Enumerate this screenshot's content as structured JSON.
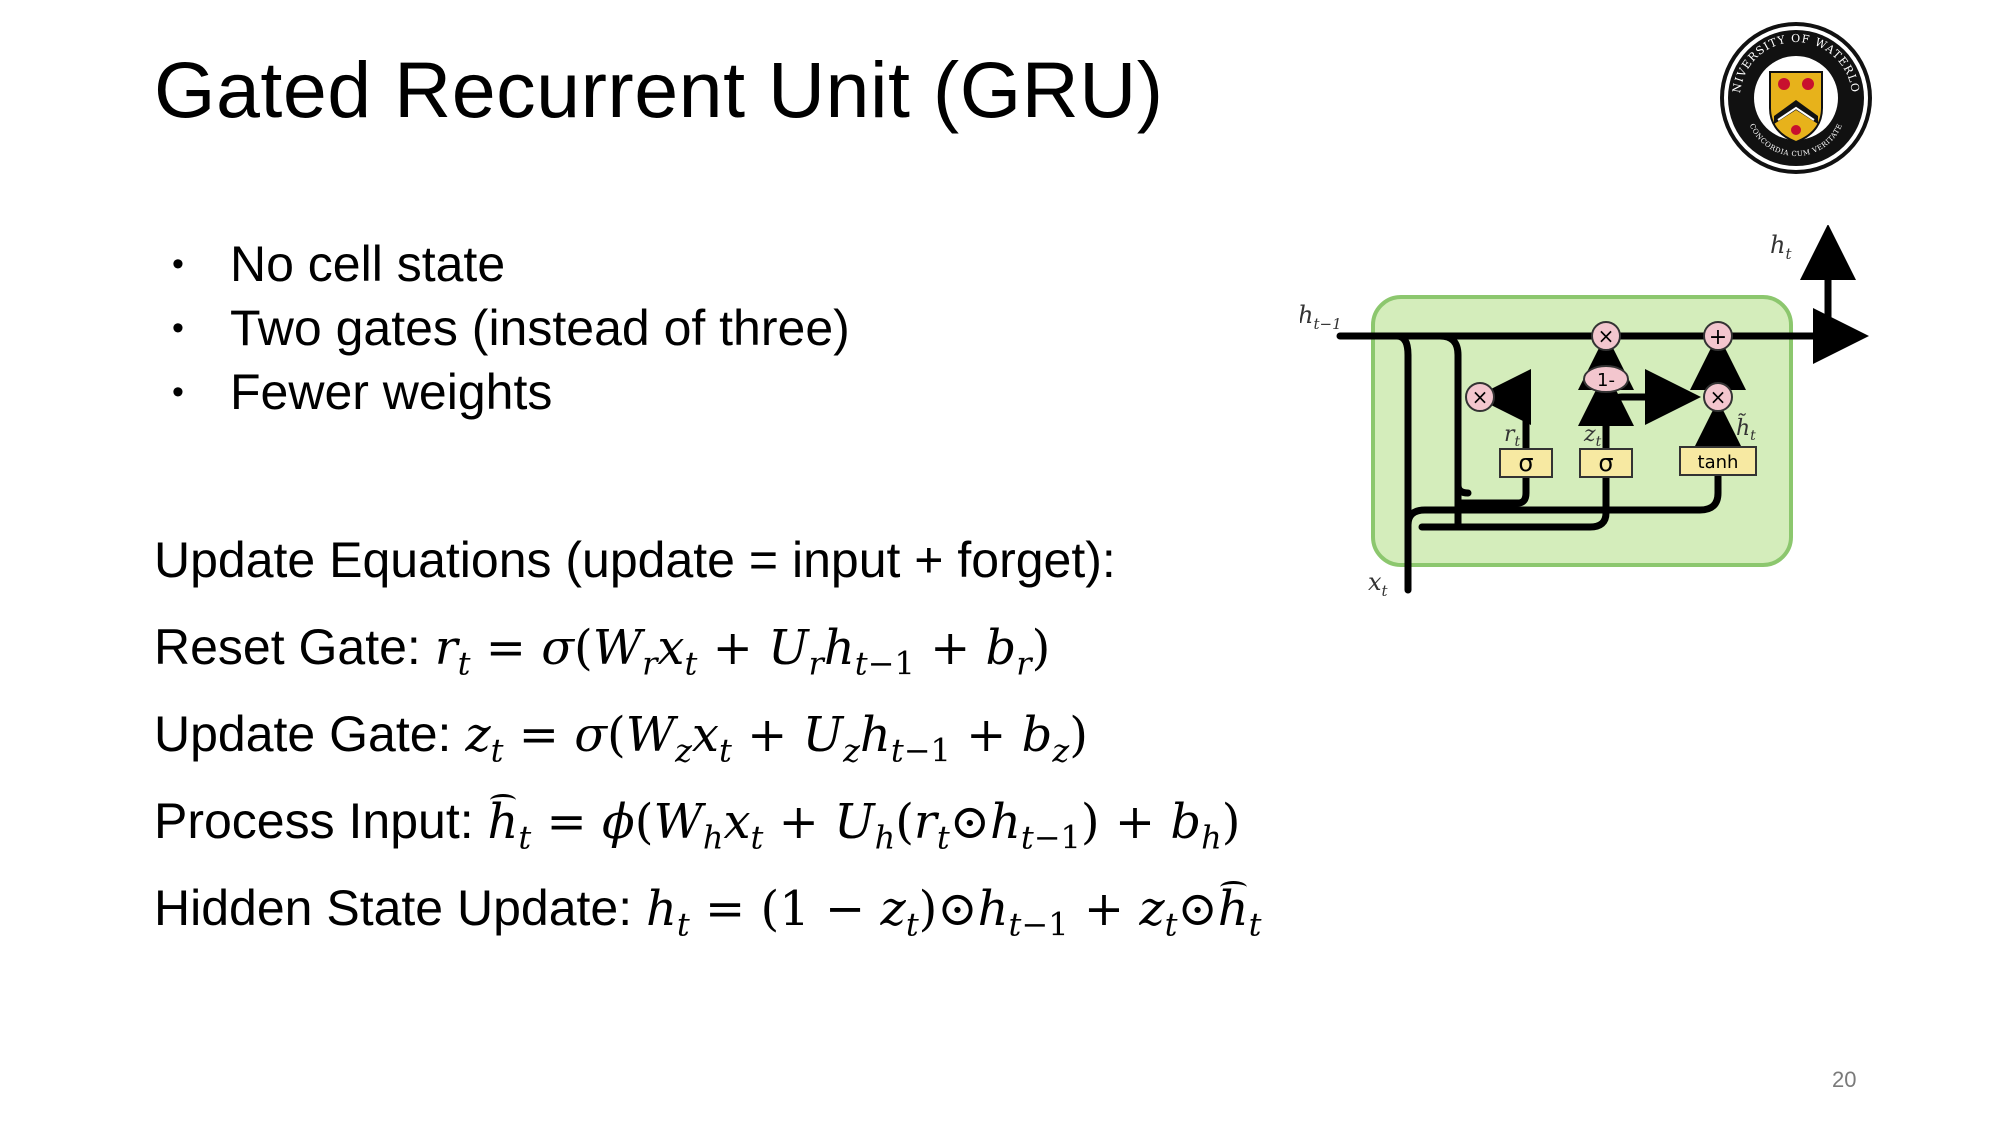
{
  "slide": {
    "title": "Gated Recurrent Unit (GRU)",
    "page_number": "20",
    "bullets": [
      "No cell state",
      "Two gates (instead of three)",
      "Fewer weights"
    ],
    "equations_heading": "Update Equations (update = input + forget):",
    "equations": [
      {
        "label": "Reset Gate: "
      },
      {
        "label": "Update Gate: "
      },
      {
        "label": "Process Input: "
      },
      {
        "label": "Hidden State Update: "
      }
    ]
  },
  "logo": {
    "top_text": "UNIVERSITY OF WATERLOO",
    "bottom_text": "CONCORDIA CUM VERITATE"
  },
  "diagram": {
    "inputs": {
      "h_prev": "h",
      "h_prev_sub": "t−1",
      "x": "x",
      "x_sub": "t"
    },
    "output": {
      "h": "h",
      "h_sub": "t"
    },
    "gates": {
      "reset": "σ",
      "update": "σ",
      "candidate": "tanh"
    },
    "ops": {
      "multiply": "×",
      "add": "+",
      "one_minus": "1-"
    },
    "labels": {
      "r": "r",
      "r_sub": "t",
      "z": "z",
      "z_sub": "t",
      "htilde": "h̃",
      "htilde_sub": "t"
    },
    "colors": {
      "cell_fill": "#d4edbb",
      "cell_border": "#8cc76e",
      "gate_fill": "#f7e9a2",
      "op_fill": "#f3c6ce"
    }
  }
}
